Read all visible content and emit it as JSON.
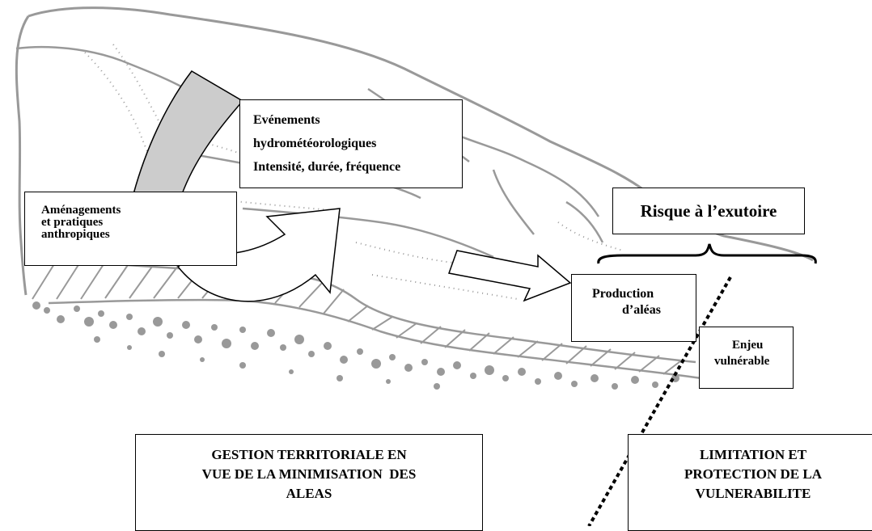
{
  "diagram": {
    "events_box": {
      "line1": "Evénements",
      "line2": "hydrométéorologiques",
      "line3": "Intensité, durée, fréquence"
    },
    "amenagements_box": {
      "line1": "Aménagements",
      "line2": "et pratiques",
      "line3": "anthropiques"
    },
    "risk_box": {
      "label": "Risque à l’exutoire"
    },
    "production_box": {
      "line1": "Production",
      "line2": "d’aléas"
    },
    "enjeu_box": {
      "line1": "Enjeu",
      "line2": "vulnérable"
    },
    "gestion_box": {
      "line1": "GESTION TERRITORIALE EN",
      "line2": "VUE DE LA MINIMISATION  DES",
      "line3": "ALEAS"
    },
    "limitation_box": {
      "line1": "LIMITATION ET",
      "line2": "PROTECTION DE LA",
      "line3": "VULNERABILITE"
    },
    "colors": {
      "landscape": "#999999",
      "arrow_fill": "#cccccc",
      "text": "#000000",
      "background": "#ffffff"
    }
  }
}
